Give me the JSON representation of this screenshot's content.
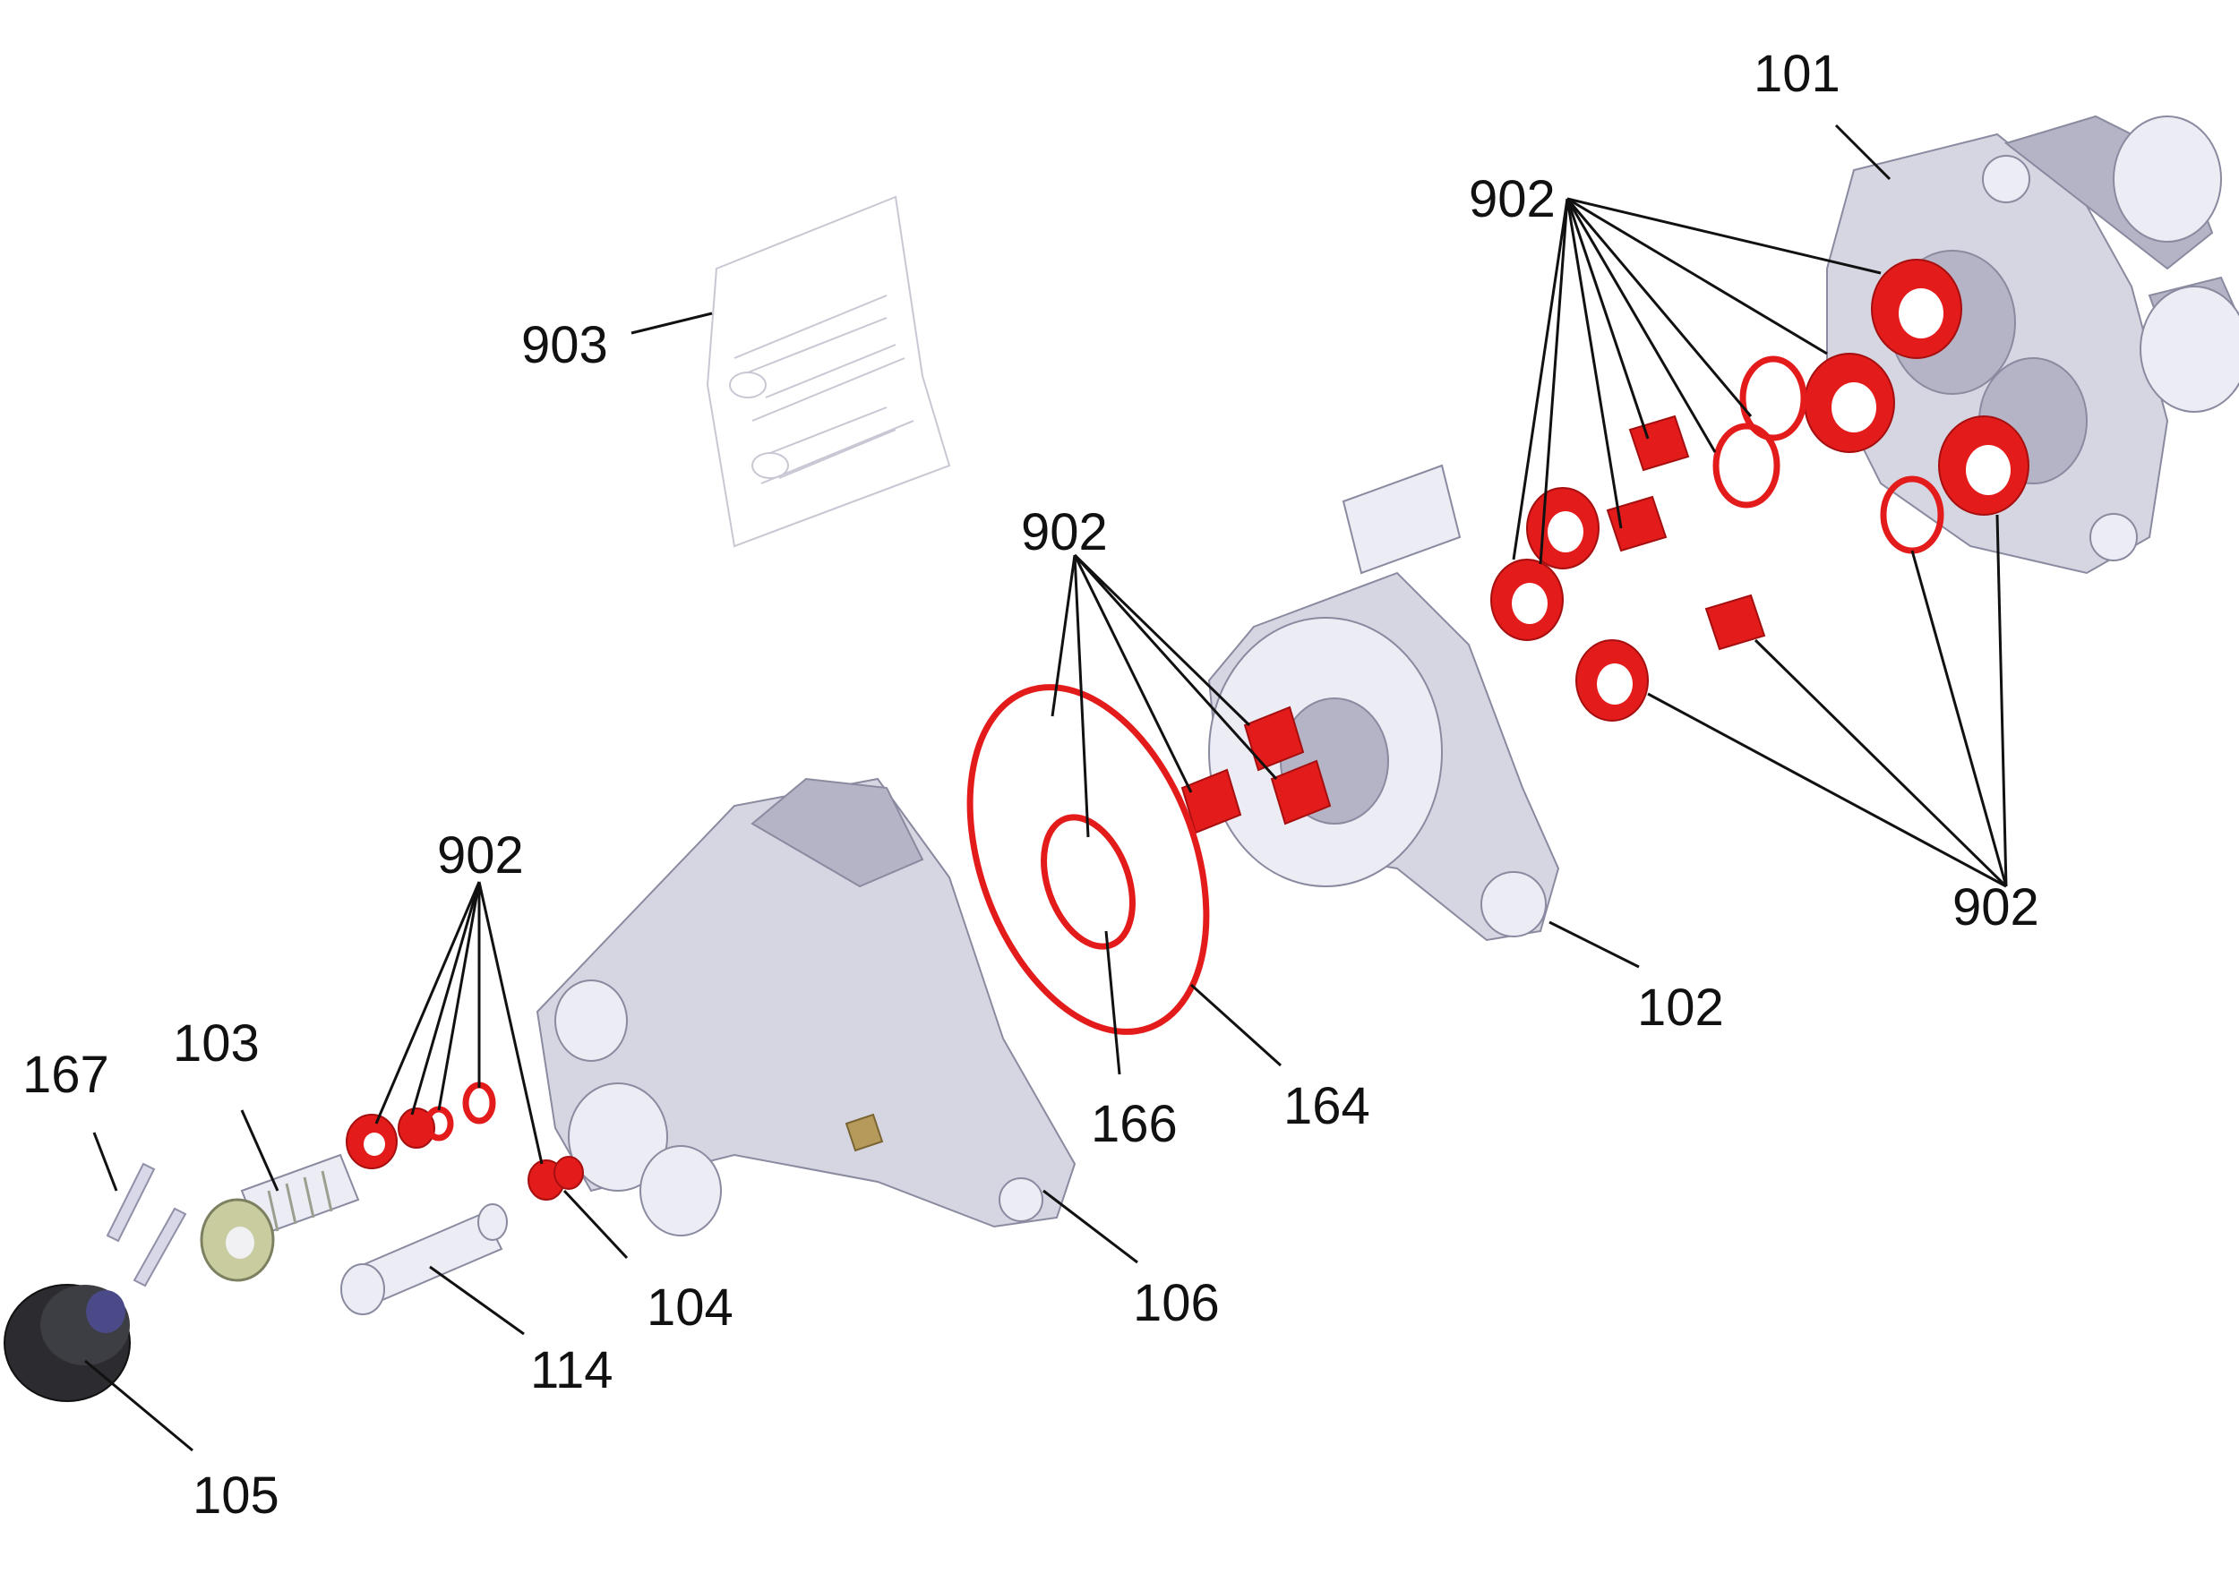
{
  "diagram": {
    "type": "exploded-parts-view",
    "colors": {
      "seal_kit": "#e31b1b",
      "housing": "#d6d6e2",
      "leader": "#111111",
      "nut": "#222228"
    },
    "labels": {
      "p101": "101",
      "p102": "102",
      "p103": "103",
      "p104": "104",
      "p105": "105",
      "p106": "106",
      "p114": "114",
      "p164": "164",
      "p166": "166",
      "p167": "167",
      "p902_top": "902",
      "p902_mid": "902",
      "p902_left": "902",
      "p902_right": "902",
      "p903": "903"
    }
  }
}
